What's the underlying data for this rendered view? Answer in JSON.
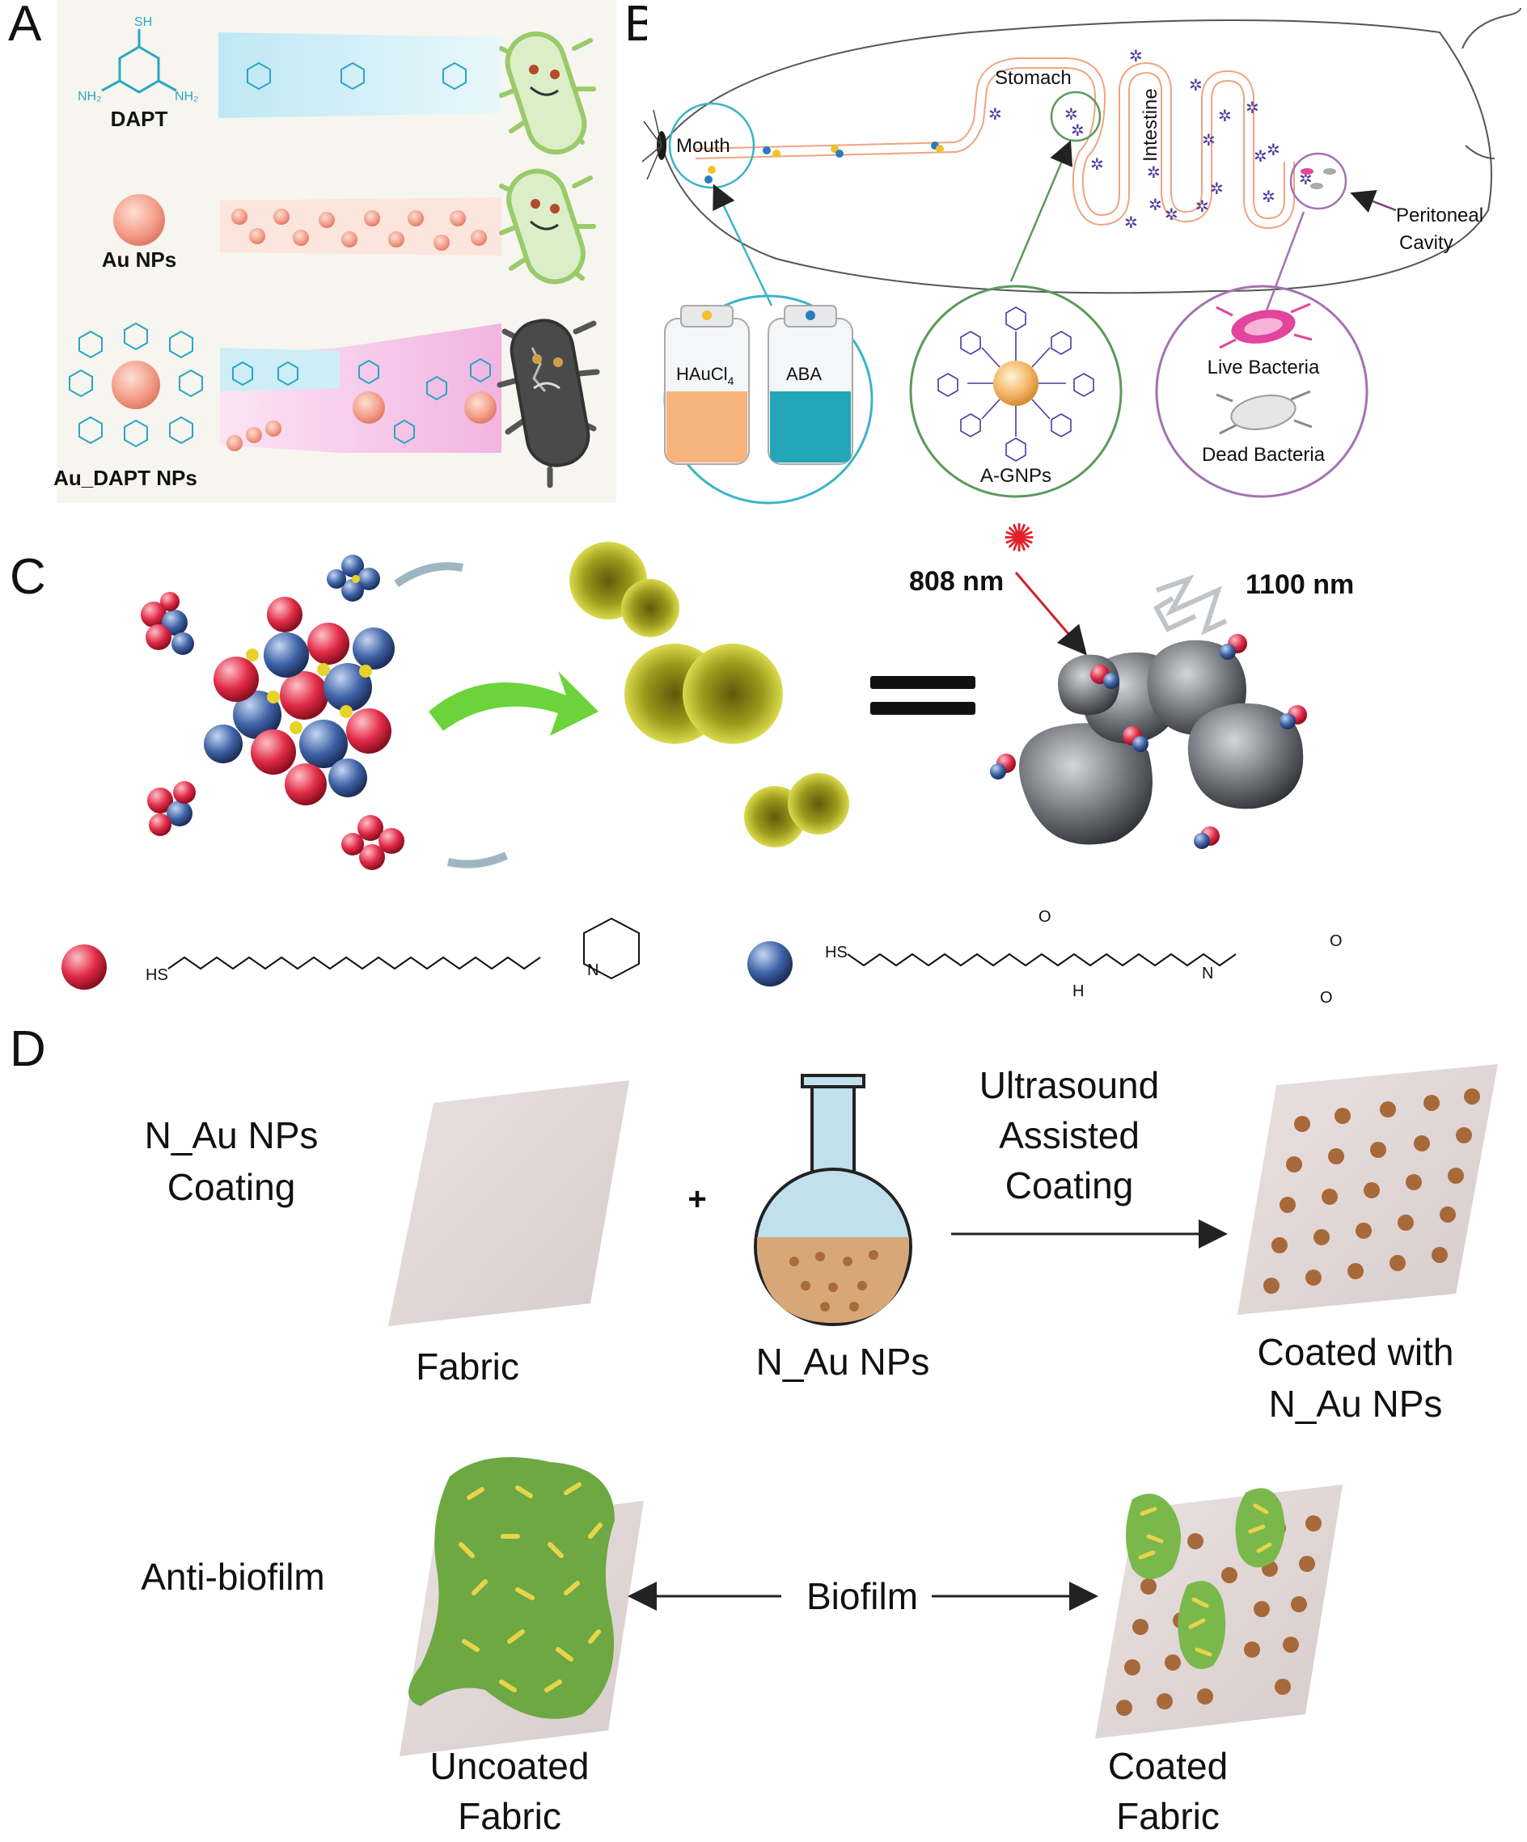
{
  "panels": {
    "a": {
      "letter": "A",
      "dapt": "DAPT",
      "au_nps": "Au NPs",
      "au_dapt": "Au_DAPT NPs"
    },
    "b": {
      "letter": "B",
      "mouth": "Mouth",
      "stomach": "Stomach",
      "intestine": "Intestine",
      "peritoneal_line1": "Peritoneal",
      "peritoneal_line2": "Cavity",
      "haucl4": "HAuCl",
      "haucl4_sub": "4",
      "aba": "ABA",
      "live_bacteria": "Live Bacteria",
      "dead_bacteria": "Dead Bacteria",
      "agnps": "A-GNPs"
    },
    "c": {
      "letter": "C",
      "wl_808": "808 nm",
      "wl_1100": "1100 nm",
      "hs1": "HS",
      "hs2": "HS",
      "nh": "H",
      "n": "N",
      "o": "O"
    },
    "d": {
      "letter": "D",
      "coating_line1": "N_Au NPs",
      "coating_line2": "Coating",
      "plus": "+",
      "ultrasound_line1": "Ultrasound",
      "ultrasound_line2": "Assisted",
      "ultrasound_line3": "Coating",
      "fabric": "Fabric",
      "n_au_nps": "N_Au NPs",
      "coated_line1": "Coated with",
      "coated_line2": "N_Au NPs",
      "anti_biofilm": "Anti-biofilm",
      "biofilm": "Biofilm",
      "uncoated_line1": "Uncoated",
      "uncoated_line2": "Fabric",
      "coated_fabric_line1": "Coated",
      "coated_fabric_line2": "Fabric"
    }
  },
  "colors": {
    "gold": "#f2a08c",
    "dapt_blue": "#2aa6c4",
    "bacteria_green": "#9acb6b",
    "teal_circle": "#3bb4c4",
    "green_circle": "#5a9a5a",
    "purple_circle": "#a472b4"
  }
}
